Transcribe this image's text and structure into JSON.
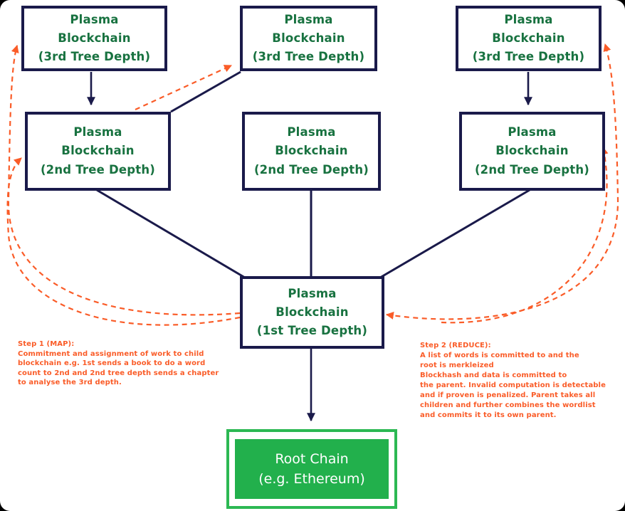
{
  "nodes": {
    "d3_left": {
      "label": "Plasma\nBlockchain\n(3rd Tree Depth)"
    },
    "d3_mid": {
      "label": "Plasma\nBlockchain\n(3rd Tree Depth)"
    },
    "d3_right": {
      "label": "Plasma\nBlockchain\n(3rd Tree Depth)"
    },
    "d2_left": {
      "label": "Plasma\nBlockchain\n(2nd Tree Depth)"
    },
    "d2_mid": {
      "label": "Plasma\nBlockchain\n(2nd Tree Depth)"
    },
    "d2_right": {
      "label": "Plasma\nBlockchain\n(2nd Tree Depth)"
    },
    "d1": {
      "label": "Plasma\nBlockchain\n(1st Tree Depth)"
    },
    "root": {
      "label": "Root Chain\n(e.g. Ethereum)"
    }
  },
  "annotations": {
    "step1": "Step 1 (MAP):\nCommitment and assignment of work to child\nblockchain e.g. 1st sends a book to do a word\ncount to 2nd and 2nd tree depth sends a chapter\nto analyse the 3rd depth.",
    "step2": "Step 2 (REDUCE):\nA list of words is committed to and the\nroot is merkleized\nBlockhash and data is committed to\nthe parent. Invalid computation is detectable\nand if proven is penalized. Parent takes all\nchildren and further combines the wordlist\nand commits it to its own parent."
  },
  "colors": {
    "navy": "#1a1a4a",
    "green_text": "#187240",
    "orange": "#fa5c28",
    "root_border_green": "#2cb853",
    "root_fill_green": "#22b04c",
    "background": "#ffffff"
  }
}
